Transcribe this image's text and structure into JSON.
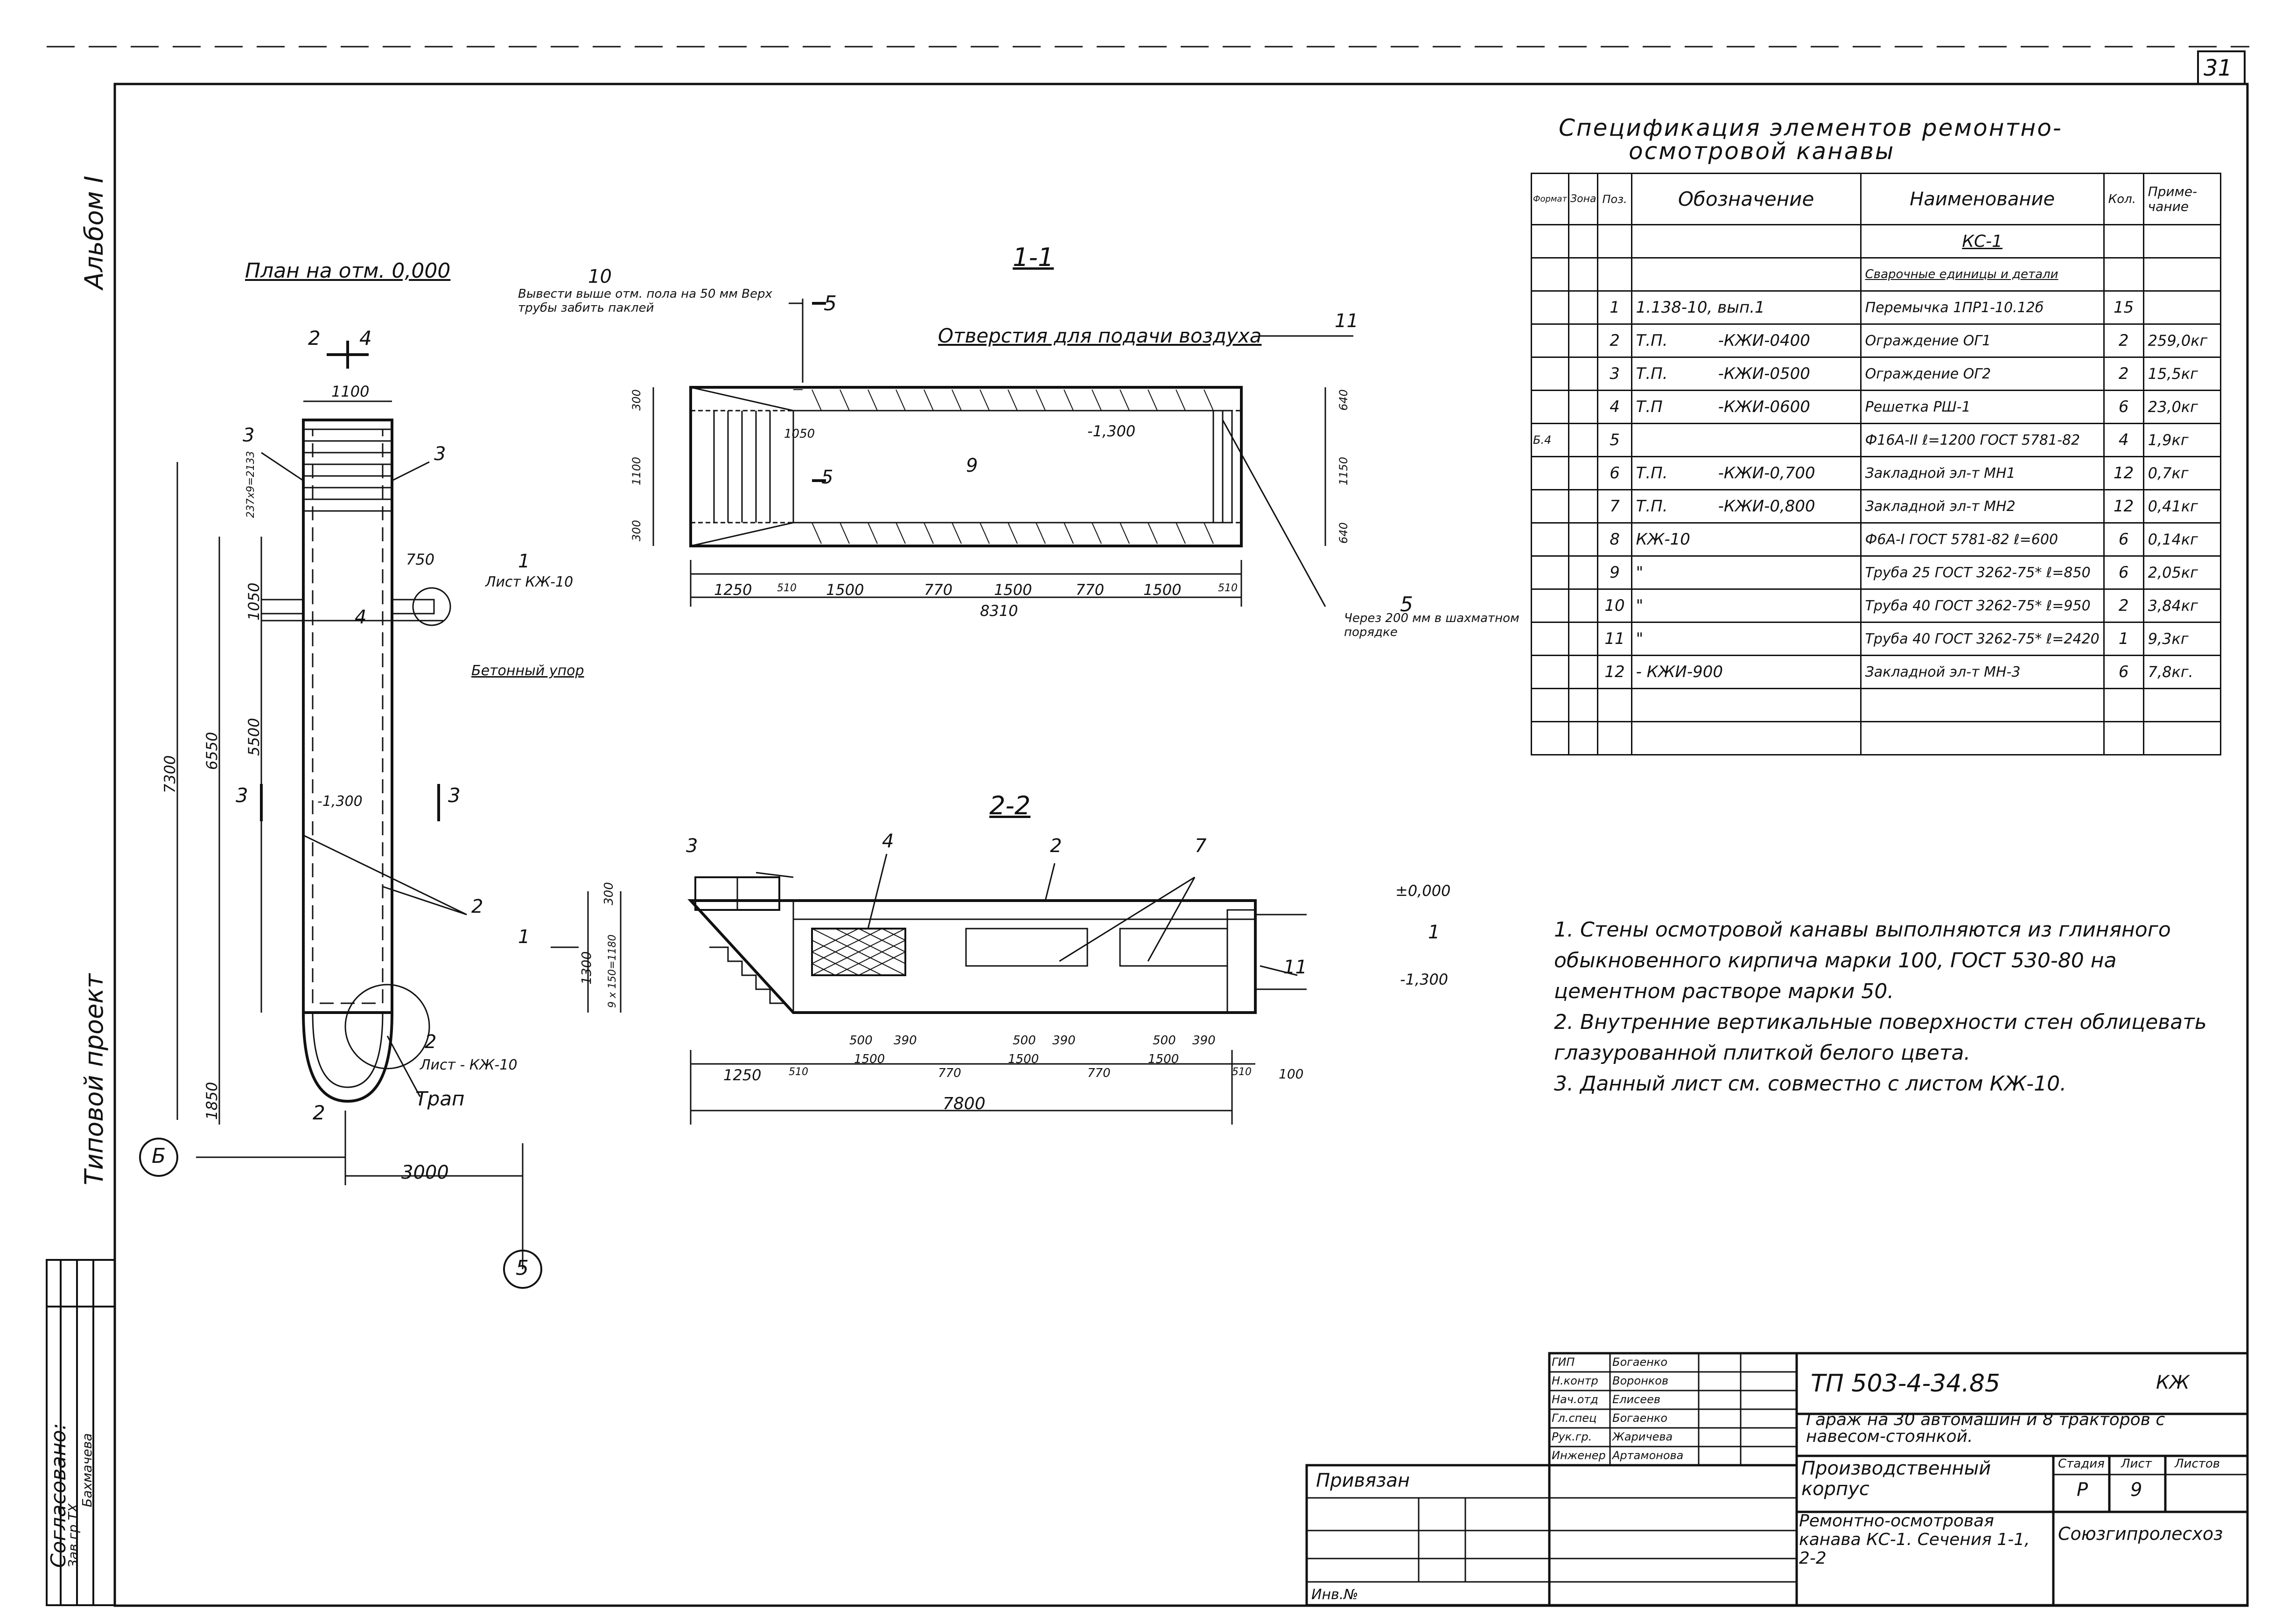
{
  "sheet_number": "31",
  "side_labels": {
    "album": "Альбом I",
    "project": "Типовой проект",
    "agreed": "Согласовано:"
  },
  "plan": {
    "title": "План на отм. 0,000",
    "dims": [
      "1100",
      "7300",
      "6550",
      "5500",
      "1050",
      "750",
      "1850",
      "3000",
      "237х9=2133"
    ],
    "elevation": "-1,300",
    "pos_labels": [
      "3",
      "3",
      "1",
      "2",
      "2",
      "4"
    ],
    "notes": [
      "Лист КЖ-10",
      "Бетонный упор",
      "Лист - КЖ-10",
      "Трап"
    ],
    "section_marks": [
      "2",
      "4",
      "3",
      "3",
      "2"
    ],
    "axes": [
      "Б",
      "5"
    ]
  },
  "section_1_1": {
    "title": "1-1",
    "label_air": "Отверстия для подачи воздуха",
    "note_10": "Вывести выше отм. пола на 50 мм Верх трубы забить паклей",
    "note_5": "Через 200 мм в шахматном порядке",
    "dims": [
      "1250",
      "510",
      "1500",
      "770",
      "1500",
      "770",
      "1500",
      "510",
      "8310"
    ],
    "side_dims": [
      "300",
      "1100",
      "300",
      "640",
      "1150",
      "640"
    ],
    "elevation": "-1,300",
    "pos_labels": [
      "10",
      "11",
      "5",
      "5",
      "9",
      "5"
    ],
    "cut_mark": "1050"
  },
  "section_2_2": {
    "title": "2-2",
    "dims": [
      "1250",
      "510",
      "500",
      "390",
      "1500",
      "770",
      "500",
      "390",
      "1500",
      "770",
      "500",
      "390",
      "1500",
      "510",
      "100",
      "7800"
    ],
    "side_dims": [
      "300",
      "1300",
      "9 x 150=1180"
    ],
    "elevations": [
      "±0,000",
      "-1,300"
    ],
    "pos_labels": [
      "3",
      "4",
      "2",
      "7",
      "11",
      "1",
      "1"
    ]
  },
  "spec": {
    "title_line1": "Спецификация элементов ремонтно-",
    "title_line2": "осмотровой канавы",
    "headers": [
      "Формат",
      "Зона",
      "Поз.",
      "Обозначение",
      "Наименование",
      "Кол.",
      "Приме-чание"
    ],
    "group": "КС-1",
    "subgroup": "Сварочные единицы и детали",
    "rows": [
      {
        "fmt": "",
        "pos": "1",
        "code": "1.138-10, вып.1",
        "name": "Перемычка 1ПР1-10.12б",
        "qty": "15",
        "note": ""
      },
      {
        "fmt": "",
        "pos": "2",
        "code": "Т.П.          -КЖИ-0400",
        "name": "Ограждение ОГ1",
        "qty": "2",
        "note": "259,0кг"
      },
      {
        "fmt": "",
        "pos": "3",
        "code": "Т.П.          -КЖИ-0500",
        "name": "Ограждение ОГ2",
        "qty": "2",
        "note": "15,5кг"
      },
      {
        "fmt": "",
        "pos": "4",
        "code": "Т.П           -КЖИ-0600",
        "name": "Решетка РШ-1",
        "qty": "6",
        "note": "23,0кг"
      },
      {
        "fmt": "Б.4",
        "pos": "5",
        "code": "",
        "name": "Ф16А-II ℓ=1200 ГОСТ 5781-82",
        "qty": "4",
        "note": "1,9кг"
      },
      {
        "fmt": "",
        "pos": "6",
        "code": "Т.П.          -КЖИ-0,700",
        "name": "Закладной эл-т МН1",
        "qty": "12",
        "note": "0,7кг"
      },
      {
        "fmt": "",
        "pos": "7",
        "code": "Т.П.          -КЖИ-0,800",
        "name": "Закладной эл-т МН2",
        "qty": "12",
        "note": "0,41кг"
      },
      {
        "fmt": "",
        "pos": "8",
        "code": "КЖ-10",
        "name": "Ф6А-I ГОСТ 5781-82 ℓ=600",
        "qty": "6",
        "note": "0,14кг"
      },
      {
        "fmt": "",
        "pos": "9",
        "code": "\"",
        "name": "Труба 25 ГОСТ 3262-75* ℓ=850",
        "qty": "6",
        "note": "2,05кг"
      },
      {
        "fmt": "",
        "pos": "10",
        "code": "\"",
        "name": "Труба 40 ГОСТ 3262-75* ℓ=950",
        "qty": "2",
        "note": "3,84кг"
      },
      {
        "fmt": "",
        "pos": "11",
        "code": "\"",
        "name": "Труба 40 ГОСТ 3262-75* ℓ=2420",
        "qty": "1",
        "note": "9,3кг"
      },
      {
        "fmt": "",
        "pos": "12",
        "code": "- КЖИ-900",
        "name": "Закладной эл-т МН-3",
        "qty": "6",
        "note": "7,8кг."
      }
    ]
  },
  "notes": [
    "1. Стены осмотровой канавы выполняются из глиняного обыкновенного кирпича марки 100, ГОСТ 530-80 на цементном растворе марки 50.",
    "2. Внутренние вертикальные поверхности стен облицевать глазурованной плиткой белого цвета.",
    "3. Данный лист см. совместно с листом КЖ-10."
  ],
  "title_block": {
    "code": "ТП 503-4-34.85",
    "mark": "КЖ",
    "project": "Гараж на 30 автомашин и 8 тракторов с навесом-стоянкой.",
    "building": "Производственный корпус",
    "sheet_title": "Ремонтно-осмотровая канава КС-1. Сечения 1-1, 2-2",
    "stage_label": "Стадия",
    "sheet_label": "Лист",
    "sheets_label": "Листов",
    "stage": "Р",
    "sheet": "9",
    "sheets": "",
    "org": "Союзгипролесхоз",
    "bound": "Привязан",
    "inv": "Инв.№",
    "signers": [
      {
        "role": "ГИП",
        "name": "Богаенко"
      },
      {
        "role": "Н.контр",
        "name": "Воронков"
      },
      {
        "role": "Нач.отд",
        "name": "Елисеев"
      },
      {
        "role": "Гл.спец",
        "name": "Богаенко"
      },
      {
        "role": "Рук.гр.",
        "name": "Жаричева"
      },
      {
        "role": "Инженер",
        "name": "Артамонова"
      }
    ],
    "stamp_left": [
      "Зав.гр.ТХ",
      "Бахмачева"
    ]
  }
}
